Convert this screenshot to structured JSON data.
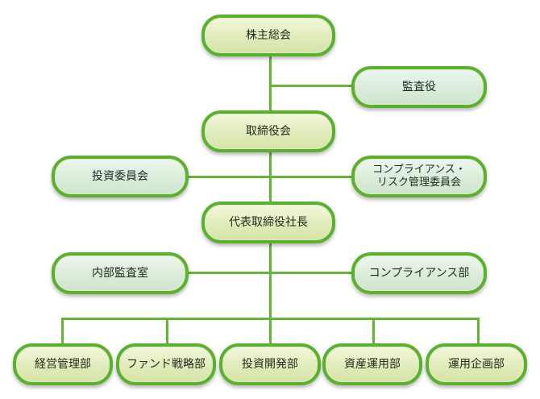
{
  "nodes": {
    "shareholders_meeting": "株主総会",
    "auditor": "監査役",
    "board_of_directors": "取締役会",
    "investment_committee": "投資委員会",
    "compliance_risk_committee_line1": "コンプライアンス・",
    "compliance_risk_committee_line2": "リスク管理委員会",
    "representative_director": "代表取締役社長",
    "internal_audit_office": "内部監査室",
    "compliance_department": "コンプライアンス部"
  },
  "departments": [
    "経営管理部",
    "ファンド戦略部",
    "投資開発部",
    "資産運用部",
    "運用企画部"
  ],
  "colors": {
    "node_border": "#5cb02e",
    "connector": "#66b33a",
    "green_fill": "#dfeab8",
    "mint_fill": "#d9ebd8"
  }
}
